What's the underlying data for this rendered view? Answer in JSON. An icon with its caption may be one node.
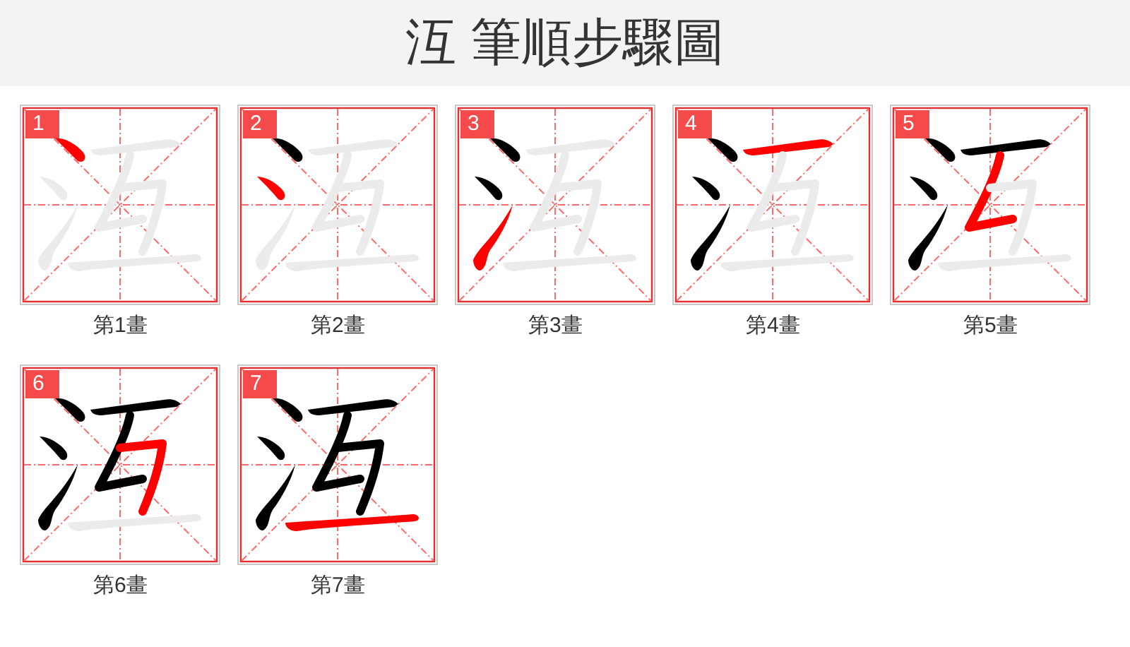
{
  "diagram": {
    "title": "沍 筆順步驟圖",
    "nodes": [
      {
        "text": [
          "1"
        ],
        "beside": [
          "第1畫"
        ]
      },
      {
        "text": [
          "2"
        ],
        "beside": [
          "第2畫"
        ]
      },
      {
        "text": [
          "3"
        ],
        "beside": [
          "第3畫"
        ]
      },
      {
        "text": [
          "4"
        ],
        "beside": [
          "第4畫"
        ]
      },
      {
        "text": [
          "5"
        ],
        "beside": [
          "第5畫"
        ]
      },
      {
        "text": [
          "6"
        ],
        "beside": [
          "第6畫"
        ]
      },
      {
        "text": [
          "7"
        ],
        "beside": [
          "第7畫"
        ]
      }
    ]
  }
}
